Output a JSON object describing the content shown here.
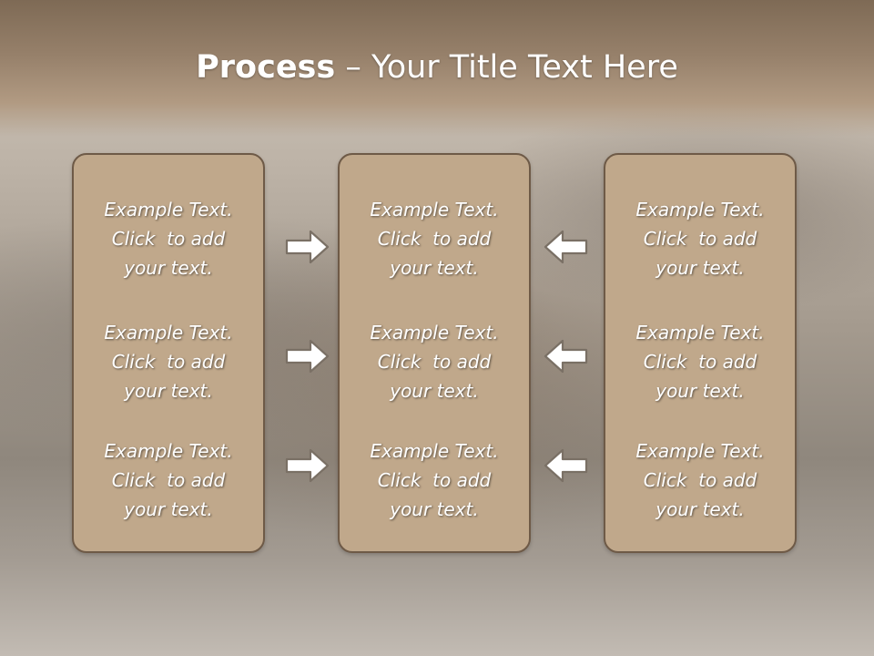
{
  "title": {
    "bold": "Process",
    "rest": " – Your Title Text Here"
  },
  "columns": [
    {
      "items": [
        {
          "line1": "Example Text.",
          "line2": "Click  to add",
          "line3": "your text."
        },
        {
          "line1": "Example Text.",
          "line2": "Click  to add",
          "line3": "your text."
        },
        {
          "line1": "Example Text.",
          "line2": "Click  to add",
          "line3": "your text."
        }
      ]
    },
    {
      "items": [
        {
          "line1": "Example Text.",
          "line2": "Click  to add",
          "line3": "your text."
        },
        {
          "line1": "Example Text.",
          "line2": "Click  to add",
          "line3": "your text."
        },
        {
          "line1": "Example Text.",
          "line2": "Click  to add",
          "line3": "your text."
        }
      ]
    },
    {
      "items": [
        {
          "line1": "Example Text.",
          "line2": "Click  to add",
          "line3": "your text."
        },
        {
          "line1": "Example Text.",
          "line2": "Click  to add",
          "line3": "your text."
        },
        {
          "line1": "Example Text.",
          "line2": "Click  to add",
          "line3": "your text."
        }
      ]
    }
  ],
  "arrows": {
    "left_side": "arrow-right-icon",
    "right_side": "arrow-left-icon"
  },
  "colors": {
    "box_fill": "#c0a88b",
    "box_border": "#6e5a47",
    "header": "#8e7a64",
    "text": "#ffffff"
  }
}
